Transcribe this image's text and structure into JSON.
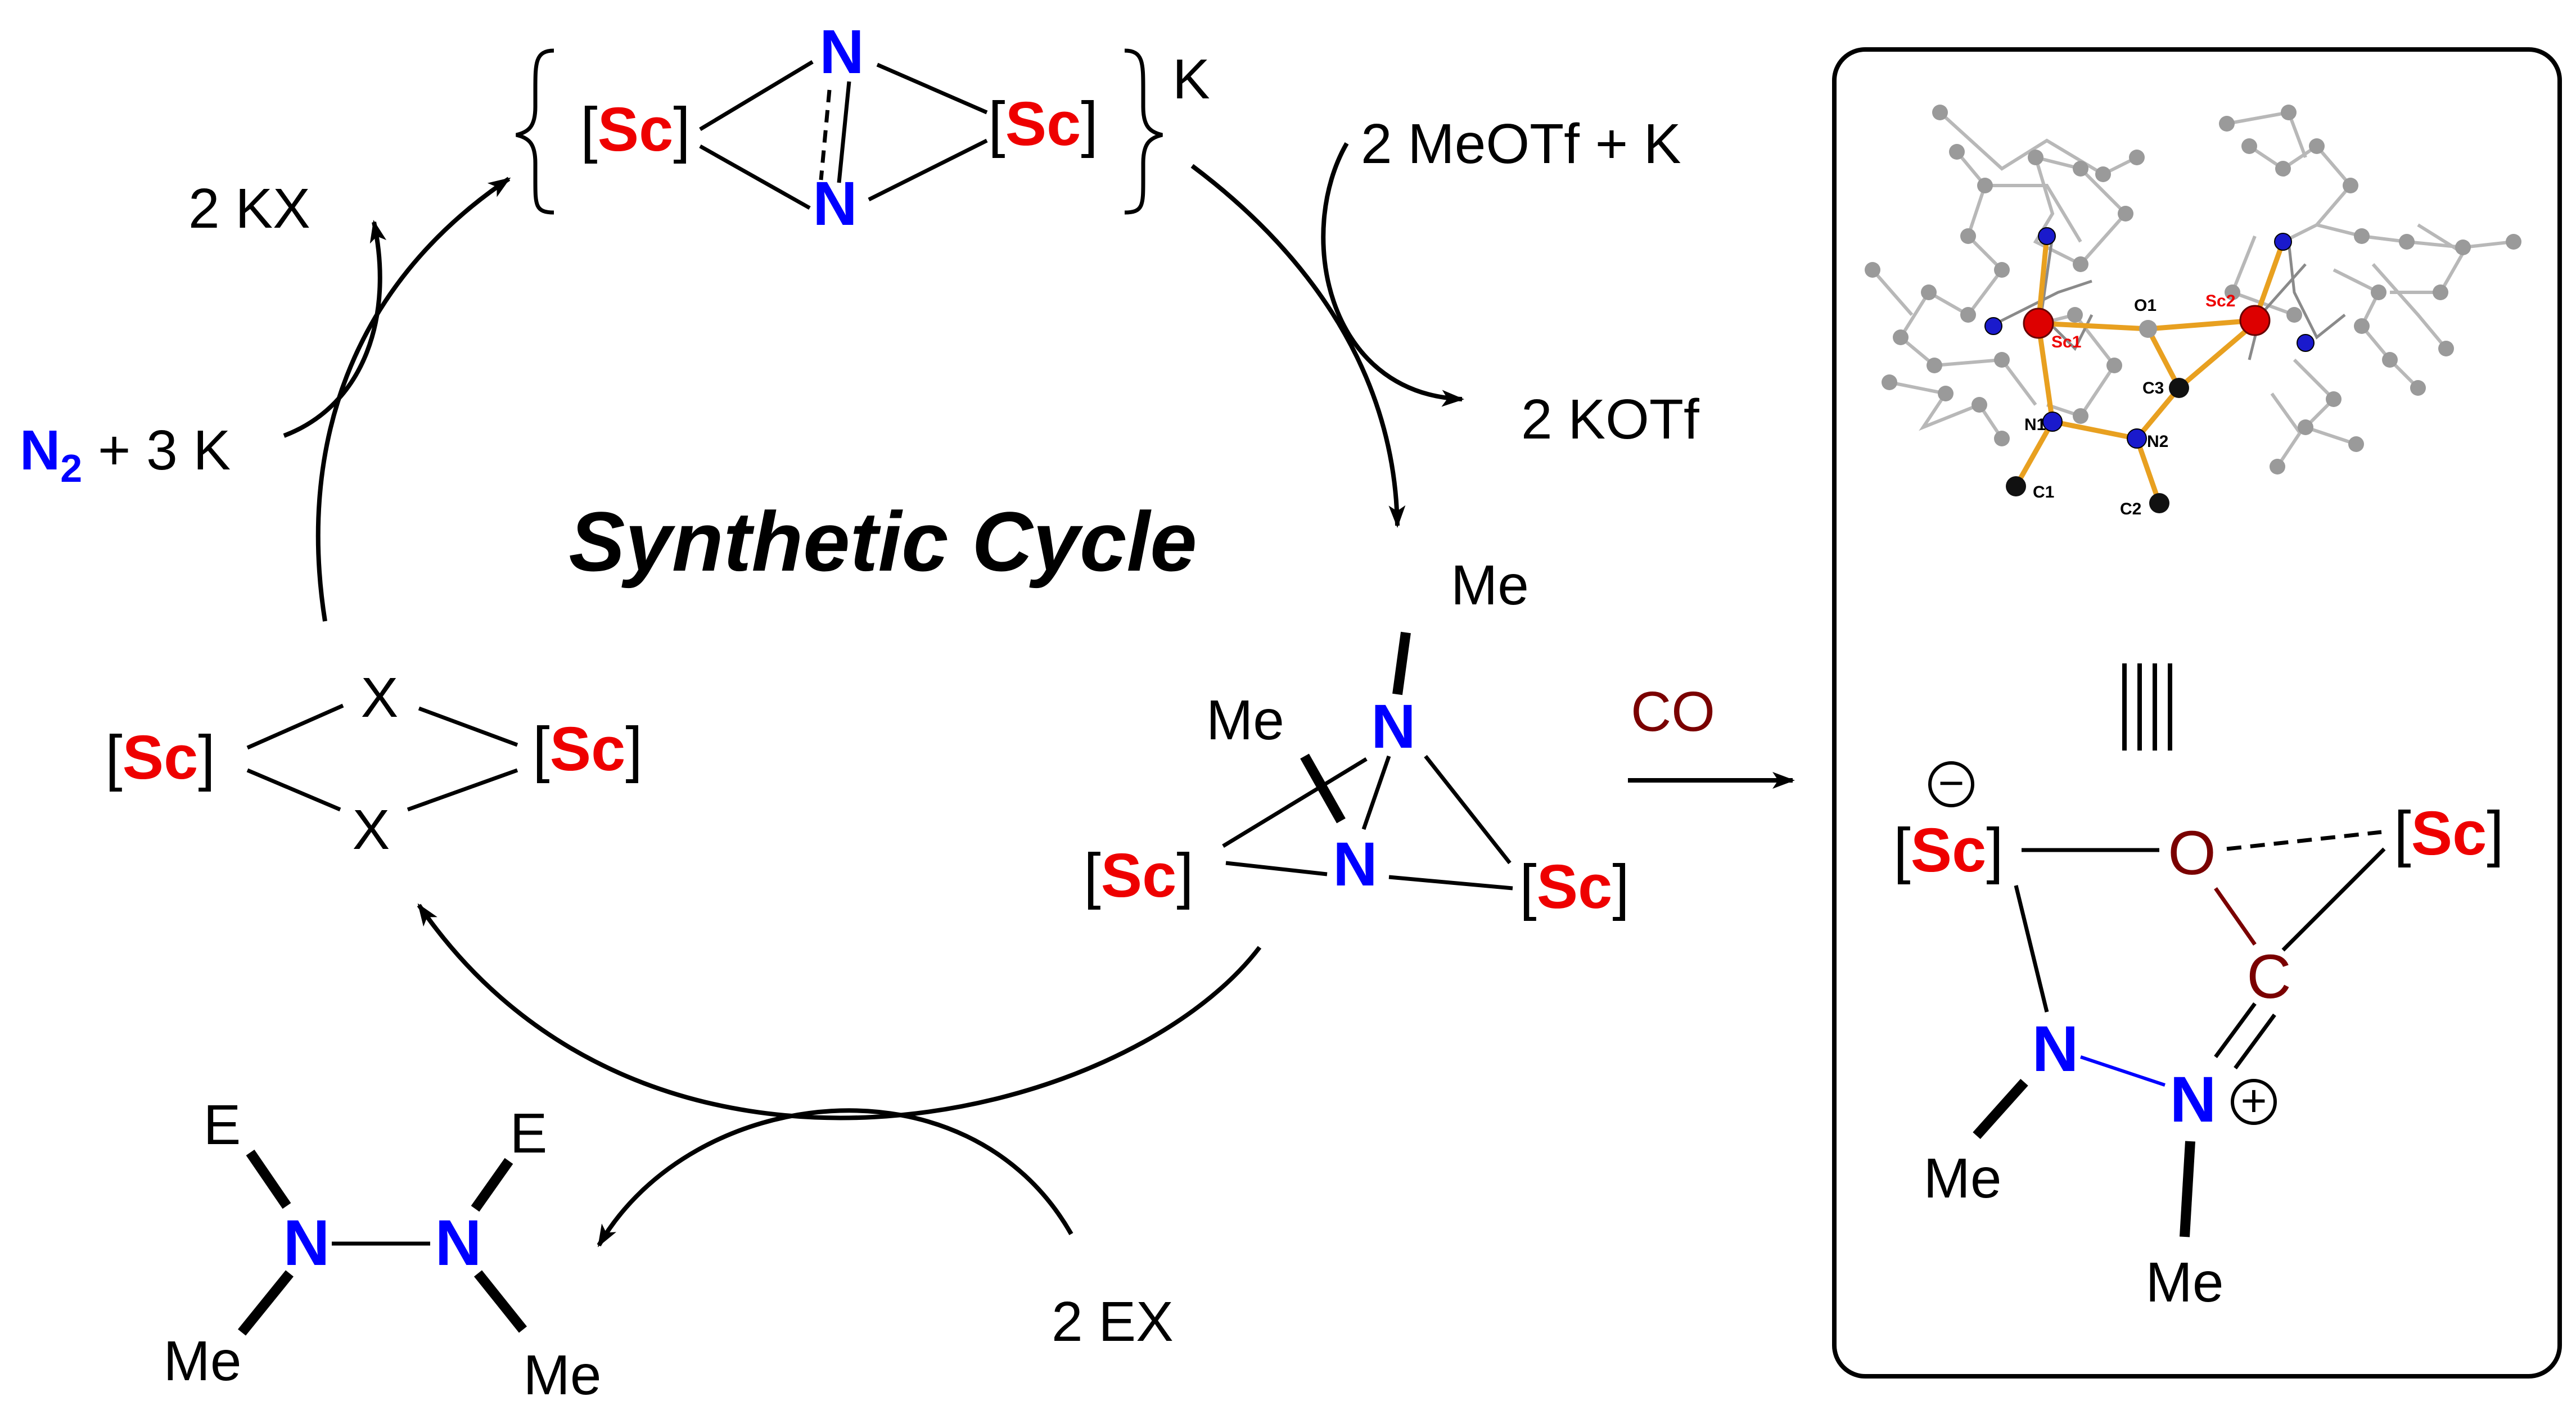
{
  "colors": {
    "scandium": "#ee0000",
    "nitrogen": "#0000ff",
    "co_label": "#7a0000",
    "crystal_atom": "#9a9a9a",
    "bond_highlight": "#e8a020"
  },
  "cycle_title": "Synthetic Cycle",
  "metal_label": "Sc",
  "species": {
    "top_complex": {
      "n_top": "N",
      "n_bottom": "N",
      "counterion": "K"
    },
    "bridged_nme": {
      "me_top": "Me",
      "me_left": "Me",
      "n_top": "N",
      "n_bottom": "N"
    },
    "halide_dimer": {
      "x_top": "X",
      "x_bottom": "X"
    },
    "hydrazine": {
      "e_left": "E",
      "e_right": "E",
      "n_left": "N",
      "n_right": "N",
      "me_left": "Me",
      "me_right": "Me"
    }
  },
  "reagents": {
    "n2_prefix": "N",
    "n2_subscript": "2",
    "n2_rest": " + 3 K",
    "kx": "2 KX",
    "meotf": "2 MeOTf + K",
    "kotf": "2 KOTf",
    "ex": "2 EX",
    "co": "CO"
  },
  "inset": {
    "crystal_labels": {
      "sc1": "Sc1",
      "sc2": "Sc2",
      "o1": "O1",
      "c3": "C3",
      "n1": "N1",
      "n2": "N2",
      "c1": "C1",
      "c2": "C2"
    },
    "equiv": "||||",
    "minus": "−",
    "plus": "+",
    "o": "O",
    "c": "C",
    "n1": "N",
    "n2": "N",
    "me1": "Me",
    "me2": "Me"
  }
}
